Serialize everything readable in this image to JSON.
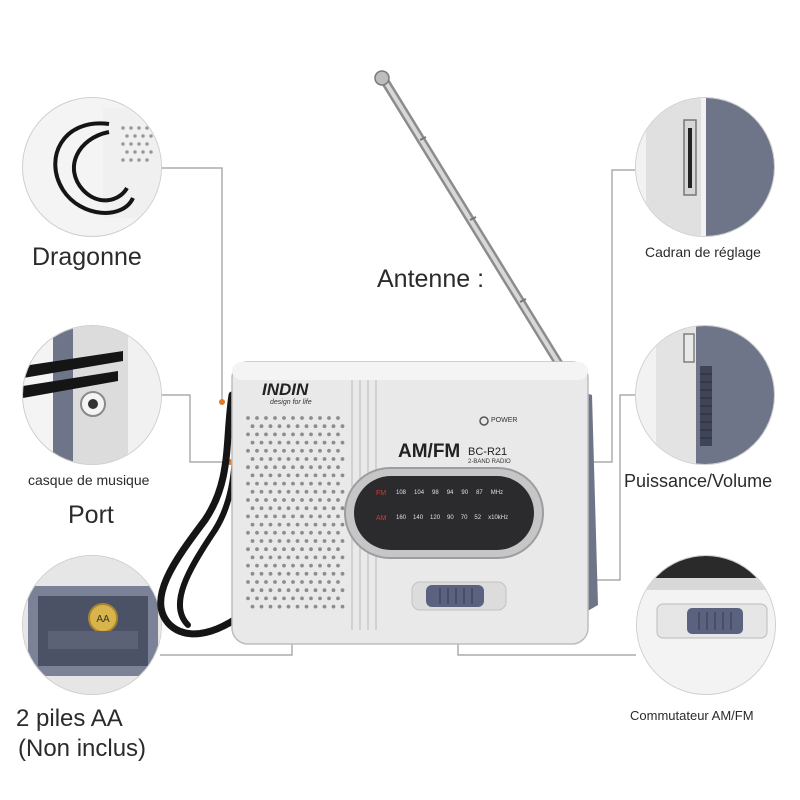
{
  "labels": {
    "dragonne": "Dragonne",
    "antenne": "Antenne :",
    "cadran": "Cadran de réglage",
    "casque": "casque de musique",
    "port": "Port",
    "puissance": "Puissance/Volume",
    "piles_line1": "2 piles AA",
    "piles_line2": "(Non inclus)",
    "commutateur": "Commutateur AM/FM"
  },
  "radio": {
    "brand": "INDIN",
    "tagline": "design for life",
    "power_label": "POWER",
    "band_label": "AM/FM",
    "model": "BC-R21",
    "model_sub": "2-BAND RADIO",
    "fm_label": "FM",
    "am_label": "AM",
    "fm_scale": [
      "108",
      "104",
      "98",
      "94",
      "90",
      "87"
    ],
    "fm_unit": "MHz",
    "am_scale": [
      "160",
      "140",
      "120",
      "90",
      "70",
      "52"
    ],
    "am_unit": "x10kHz"
  },
  "battery_label": "AA",
  "colors": {
    "body": "#e9e9ea",
    "side_panel": "#6f7589",
    "slider": "#5a6280",
    "dial_bg": "#2b2b2e",
    "fm_red": "#d63a2c",
    "strap": "#151515",
    "callout_line": "#9a9a9a",
    "dot": "#e07a2a"
  },
  "icons": [
    "speaker-grille",
    "headphone-jack-icon",
    "battery-icon",
    "telescopic-antenna"
  ]
}
